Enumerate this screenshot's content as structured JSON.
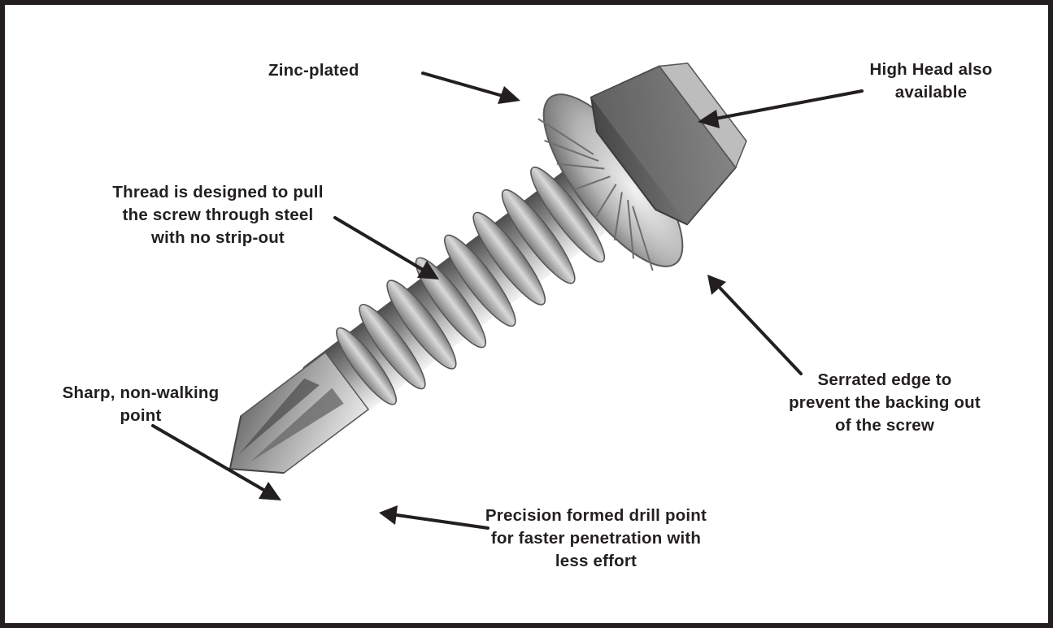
{
  "callouts": {
    "zinc_plated": [
      "Zinc-plated"
    ],
    "high_head": [
      "High Head also",
      "available"
    ],
    "thread": [
      "Thread is designed to pull",
      "the screw through steel",
      "with no strip-out"
    ],
    "serrated": [
      "Serrated edge to",
      "prevent the backing out",
      "of the screw"
    ],
    "sharp_point": [
      "Sharp, non-walking",
      "point"
    ],
    "drill_point": [
      "Precision formed drill point",
      "for faster penetration with",
      "less effort"
    ]
  },
  "colors": {
    "border": "#231f20",
    "text": "#231f20",
    "arrow": "#231f20",
    "metal_dark": "#5a5a5a",
    "metal_light": "#e6e6e6"
  },
  "icons": {
    "product": "self-drilling-hex-washer-head-screw",
    "pointer": "arrow-icon"
  }
}
